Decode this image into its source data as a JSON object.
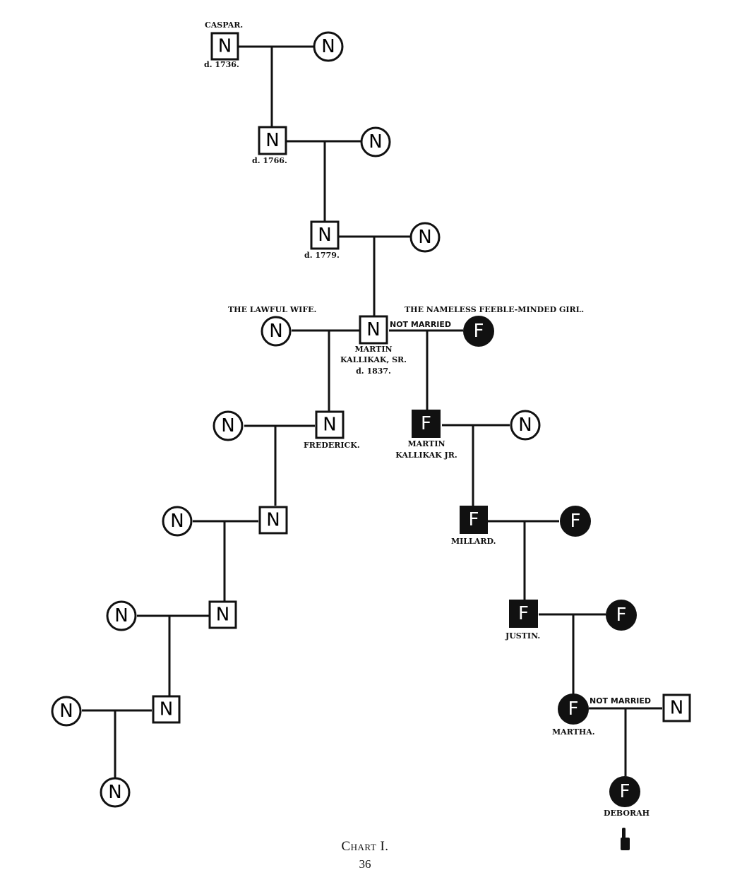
{
  "legend": {
    "normal_symbol": "N",
    "feebleminded_symbol": "F"
  },
  "labels": {
    "caspar": "CASPAR.",
    "caspar_death": "d. 1736.",
    "gen2_death": "d. 1766.",
    "gen3_death": "d. 1779.",
    "lawful_wife": "THE LAWFUL WIFE.",
    "nameless_girl": "THE NAMELESS FEEBLE-MINDED GIRL.",
    "not_married_1": "NOT MARRIED",
    "martin_sr_line1": "MARTIN",
    "martin_sr_line2": "KALLIKAK, SR.",
    "martin_sr_death": "d. 1837.",
    "frederick": "FREDERICK.",
    "martin_jr_line1": "MARTIN",
    "martin_jr_line2": "KALLIKAK JR.",
    "millard": "MILLARD.",
    "justin": "JUSTIN.",
    "not_married_2": "NOT MARRIED",
    "martha": "MARTHA.",
    "deborah": "DEBORAH"
  },
  "caption": {
    "title": "Chart I.",
    "page": "36"
  }
}
